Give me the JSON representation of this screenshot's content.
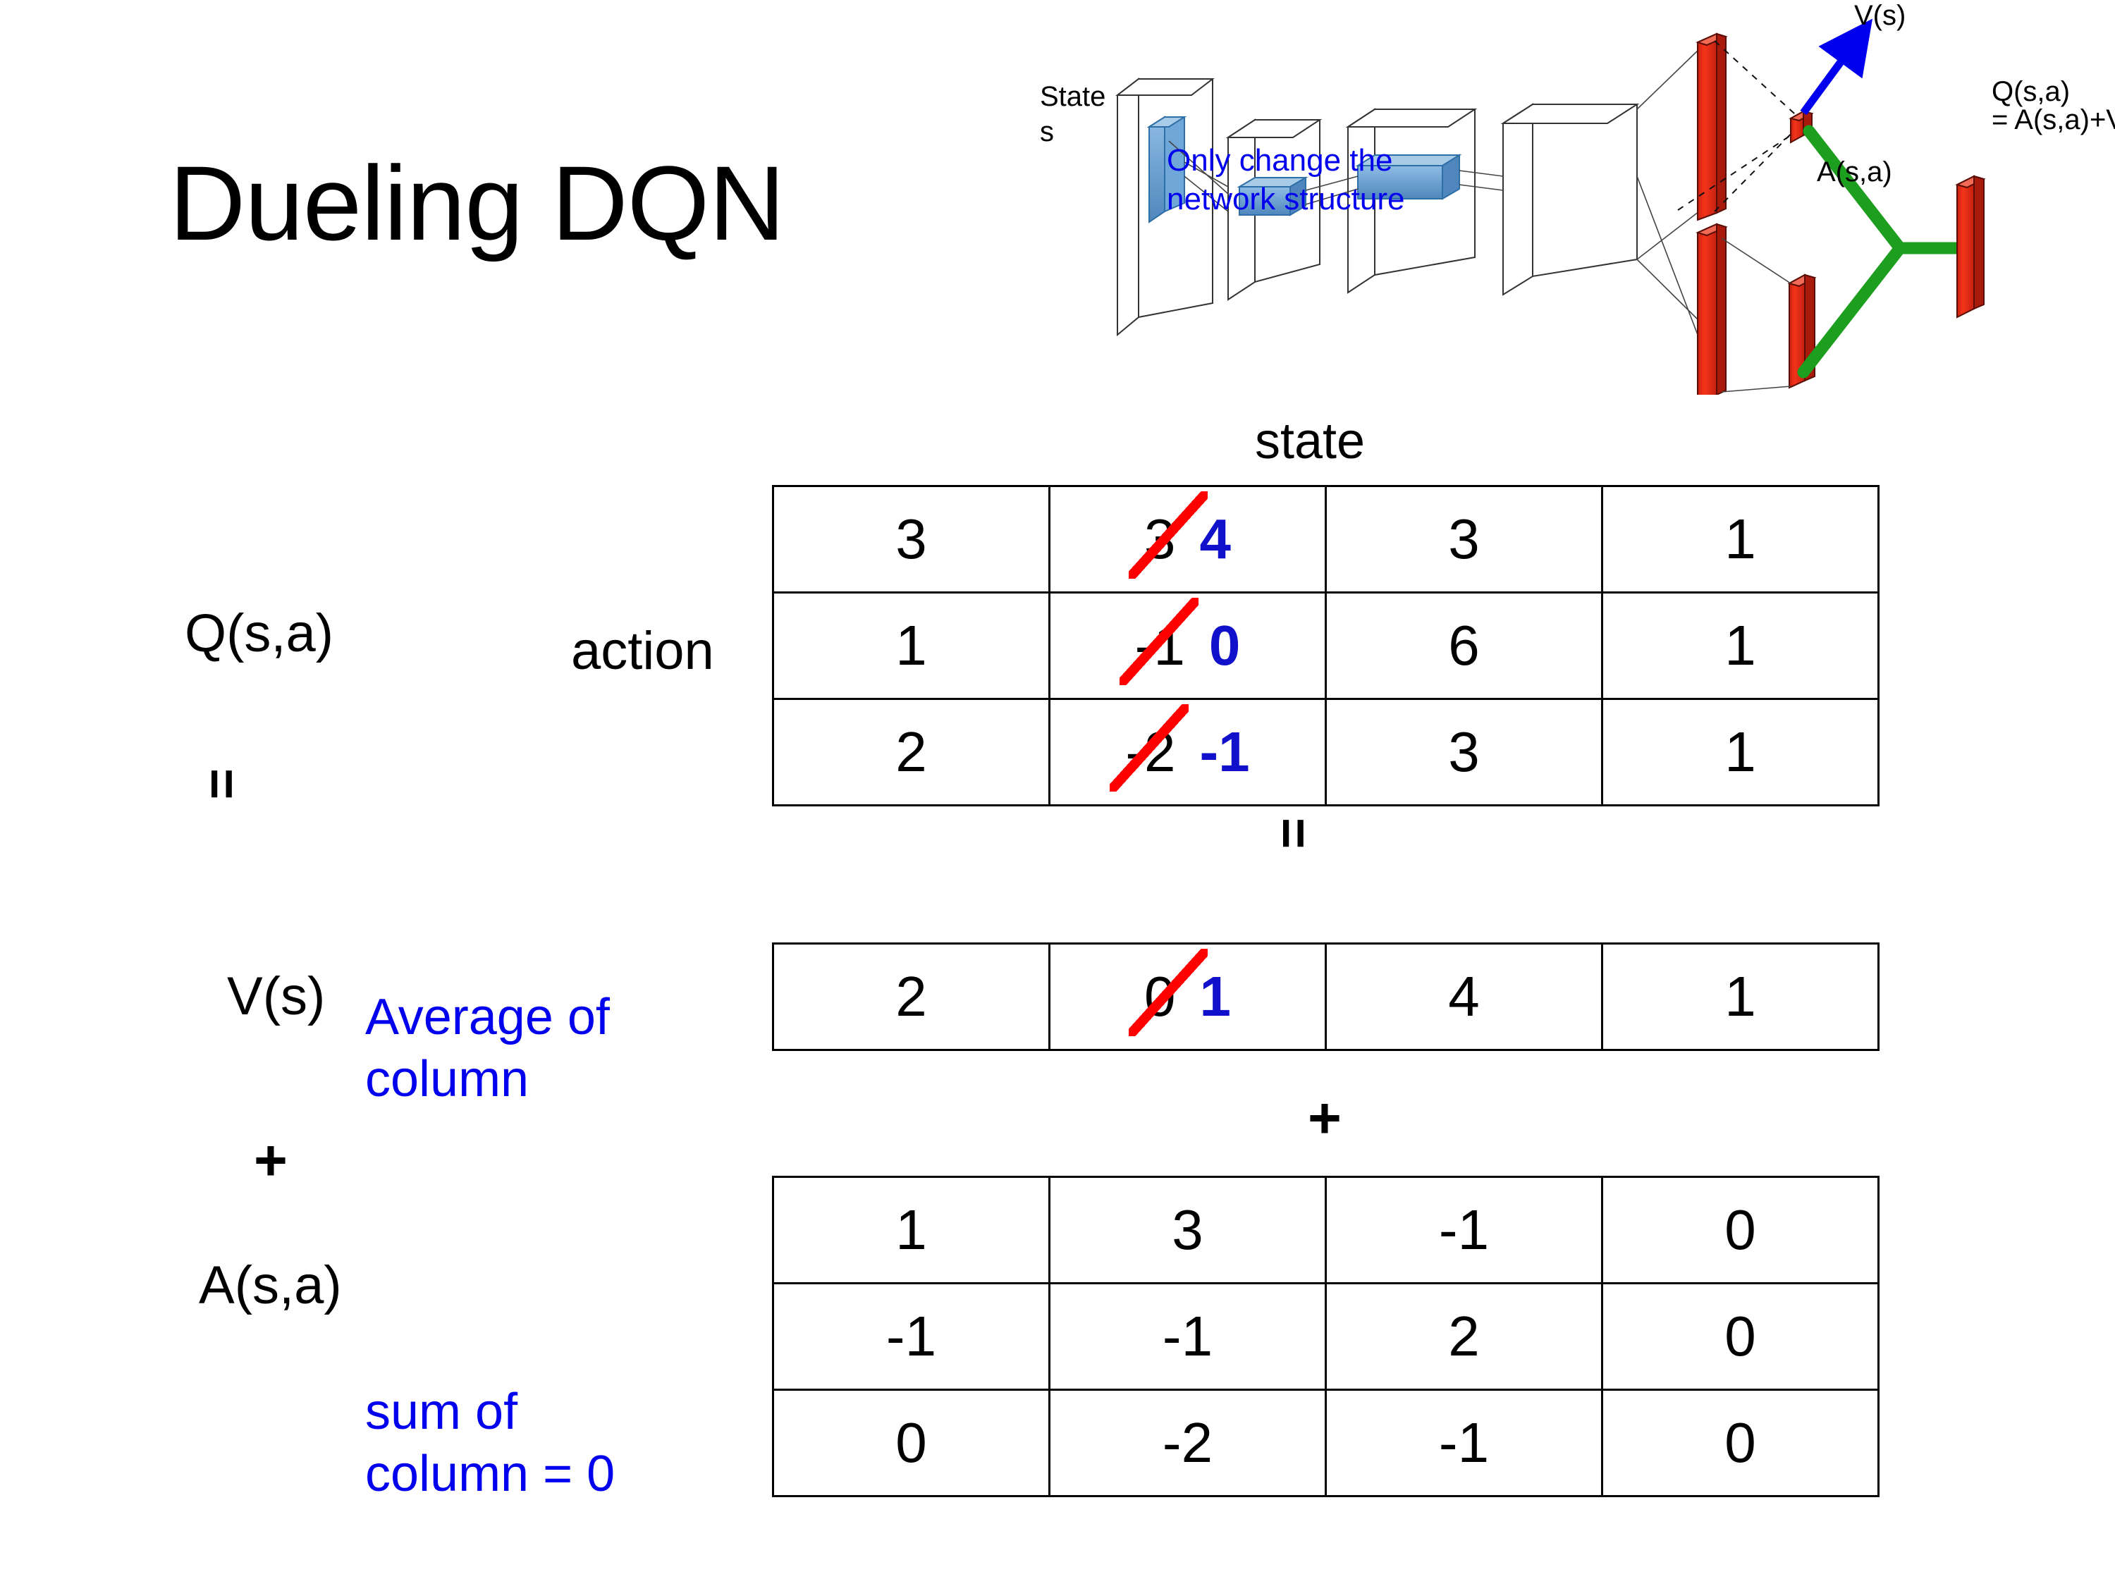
{
  "title": "Dueling DQN",
  "diagram": {
    "state_label_line1": "State",
    "state_label_line2": "s",
    "note": "Only change the\nnetwork structure",
    "v_label": "V(s)",
    "a_label": "A(s,a)",
    "q_label_line1": "Q(s,a)",
    "q_label_line2": "= A(s,a)+V(s)",
    "colors": {
      "red_bar": "#EE2211",
      "blue_block": "#5B9BD5",
      "green_link": "#1E9E1E",
      "blue_arrow": "#0000EE",
      "note_blue": "#0000EE"
    }
  },
  "labels": {
    "q_function": "Q(s,a)",
    "v_function": "V(s)",
    "a_function": "A(s,a)",
    "action_axis": "action",
    "state_axis": "state",
    "equals_top": "=",
    "equals_mid": "=",
    "plus_left": "+",
    "plus_mid": "+",
    "note_average": "Average of\ncolumn",
    "note_sum": "sum of\ncolumn = 0",
    "accent_blue": "#1111CC",
    "strike_red": "#FF0000"
  },
  "chart_data": {
    "type": "table",
    "title": "Dueling DQN : Q(s,a) = V(s) + A(s,a)",
    "xlabel": "state",
    "ylabel": "action",
    "tables": [
      {
        "name": "Q(s,a)",
        "rows": [
          [
            "3",
            "3",
            "3",
            "1"
          ],
          [
            "1",
            "-1",
            "6",
            "1"
          ],
          [
            "2",
            "-2",
            "3",
            "1"
          ]
        ],
        "edits": [
          {
            "row": 0,
            "col": 1,
            "old": "3",
            "new": "4"
          },
          {
            "row": 1,
            "col": 1,
            "old": "-1",
            "new": "0"
          },
          {
            "row": 2,
            "col": 1,
            "old": "-2",
            "new": "-1"
          }
        ]
      },
      {
        "name": "V(s)",
        "rows": [
          [
            "2",
            "0",
            "4",
            "1"
          ]
        ],
        "edits": [
          {
            "row": 0,
            "col": 1,
            "old": "0",
            "new": "1"
          }
        ]
      },
      {
        "name": "A(s,a)",
        "rows": [
          [
            "1",
            "3",
            "-1",
            "0"
          ],
          [
            "-1",
            "-1",
            "2",
            "0"
          ],
          [
            "0",
            "-2",
            "-1",
            "0"
          ]
        ],
        "edits": []
      }
    ]
  }
}
